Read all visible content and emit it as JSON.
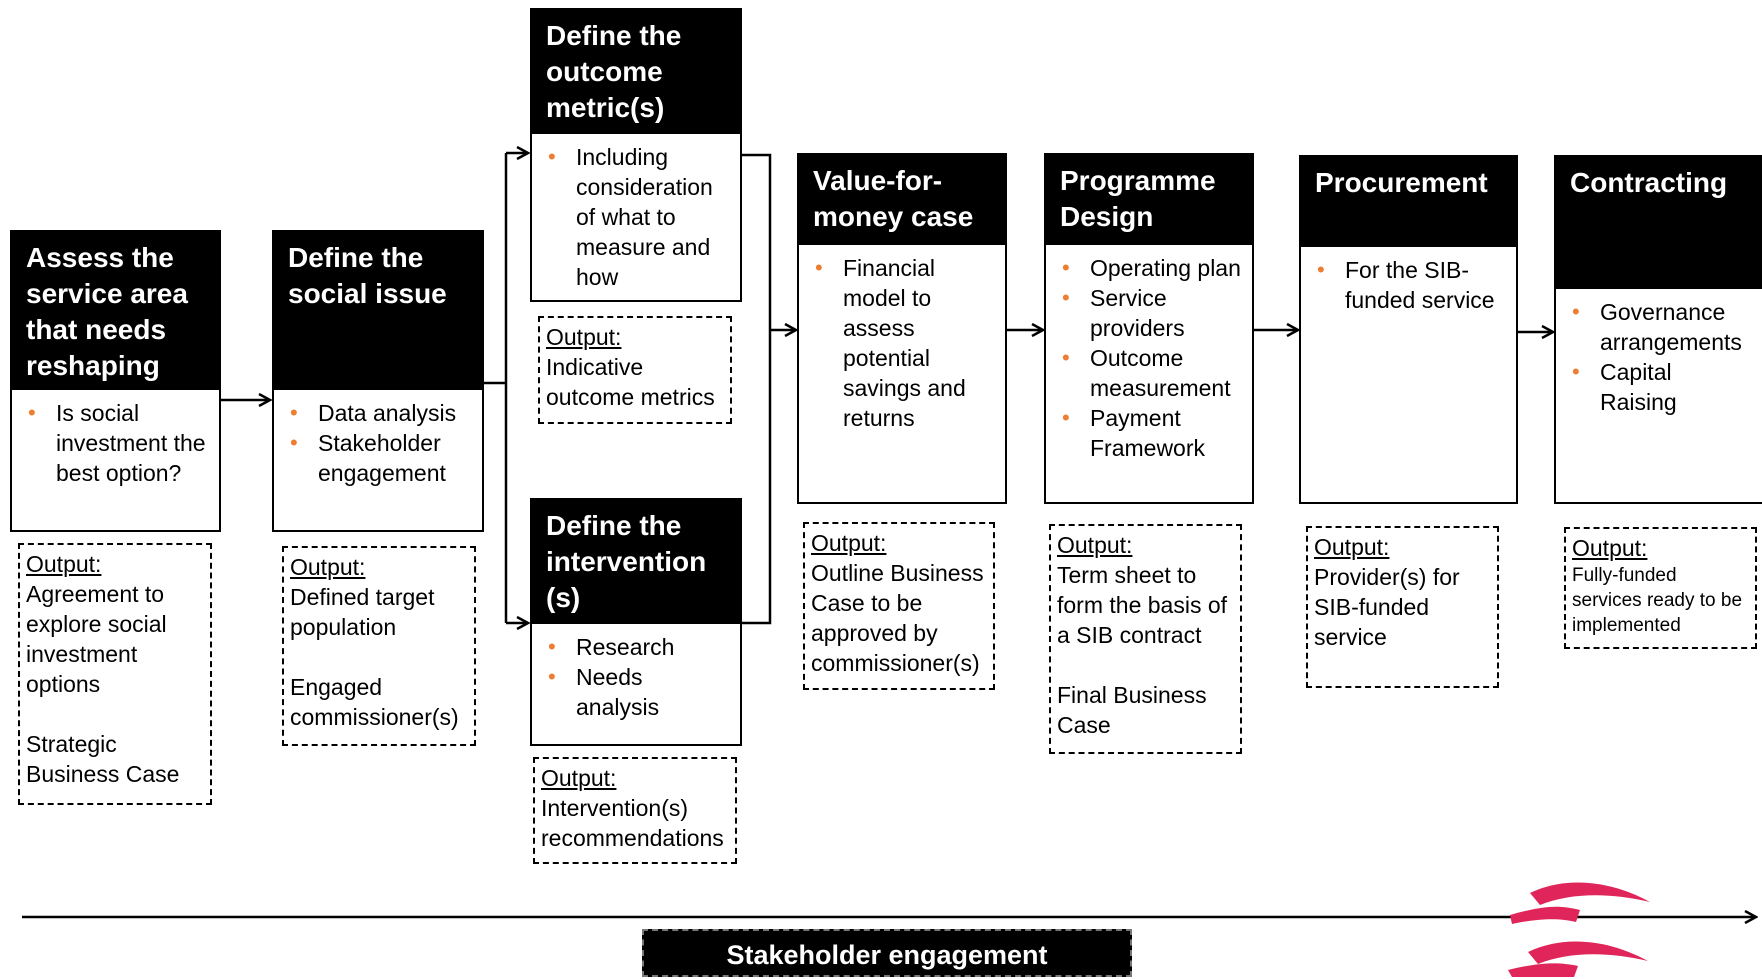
{
  "steps": [
    {
      "id": "assess",
      "title": [
        "Assess the",
        "service area",
        "that needs",
        "reshaping"
      ],
      "bullets": [
        "Is social investment the best option?"
      ]
    },
    {
      "id": "social",
      "title": [
        "Define the",
        "social issue"
      ],
      "bullets": [
        "Data analysis",
        "Stakeholder engagement"
      ]
    },
    {
      "id": "metrics",
      "title": [
        "Define the",
        "outcome",
        "metric(s)"
      ],
      "bullets": [
        "Including consideration of what to measure and how"
      ]
    },
    {
      "id": "intervention",
      "title": [
        "Define the",
        "intervention",
        "(s)"
      ],
      "bullets": [
        "Research",
        "Needs analysis"
      ]
    },
    {
      "id": "vfm",
      "title": [
        "Value-for-",
        "money case"
      ],
      "bullets": [
        "Financial model to assess potential savings and returns"
      ]
    },
    {
      "id": "design",
      "title": [
        "Programme",
        "Design"
      ],
      "bullets": [
        "Operating plan",
        "Service providers",
        "Outcome measurement",
        "Payment Framework"
      ]
    },
    {
      "id": "procurement",
      "title": [
        "Procurement"
      ],
      "bullets": [
        "For the SIB-funded service"
      ]
    },
    {
      "id": "contracting",
      "title": [
        "Contracting"
      ],
      "bullets": [
        "Governance arrangements",
        "Capital Raising"
      ]
    }
  ],
  "outputs": [
    {
      "id": "assess",
      "label": "Output:",
      "lines": [
        "Agreement to",
        "explore social",
        "investment",
        "options",
        "",
        "Strategic",
        "Business Case"
      ]
    },
    {
      "id": "social",
      "label": "Output:",
      "lines": [
        "Defined target",
        "population",
        "",
        "Engaged",
        "commissioner(s)"
      ]
    },
    {
      "id": "metrics",
      "label": "Output:",
      "lines": [
        "Indicative",
        "outcome metrics"
      ]
    },
    {
      "id": "intervention",
      "label": "Output:",
      "lines": [
        "Intervention(s)",
        "recommendations"
      ]
    },
    {
      "id": "vfm",
      "label": "Output:",
      "lines": [
        "Outline Business",
        "Case to be",
        "approved by",
        "commissioner(s)"
      ]
    },
    {
      "id": "design",
      "label": "Output:",
      "lines": [
        "Term sheet to",
        "form the basis of",
        "a SIB contract",
        "",
        "Final Business",
        "Case"
      ]
    },
    {
      "id": "procurement",
      "label": "Output:",
      "lines": [
        "Provider(s) for",
        "SIB-funded",
        "service"
      ]
    },
    {
      "id": "contracting",
      "label": "Output:",
      "lines": [
        "Fully-funded",
        "services ready to be",
        "implemented"
      ]
    }
  ],
  "timeline": {
    "label": "Stakeholder engagement"
  },
  "colors": {
    "bullet": "#ed7d31",
    "logo": "#e0255a",
    "header": "#000000"
  },
  "logo": {
    "icon": "sword-logo-icon"
  }
}
